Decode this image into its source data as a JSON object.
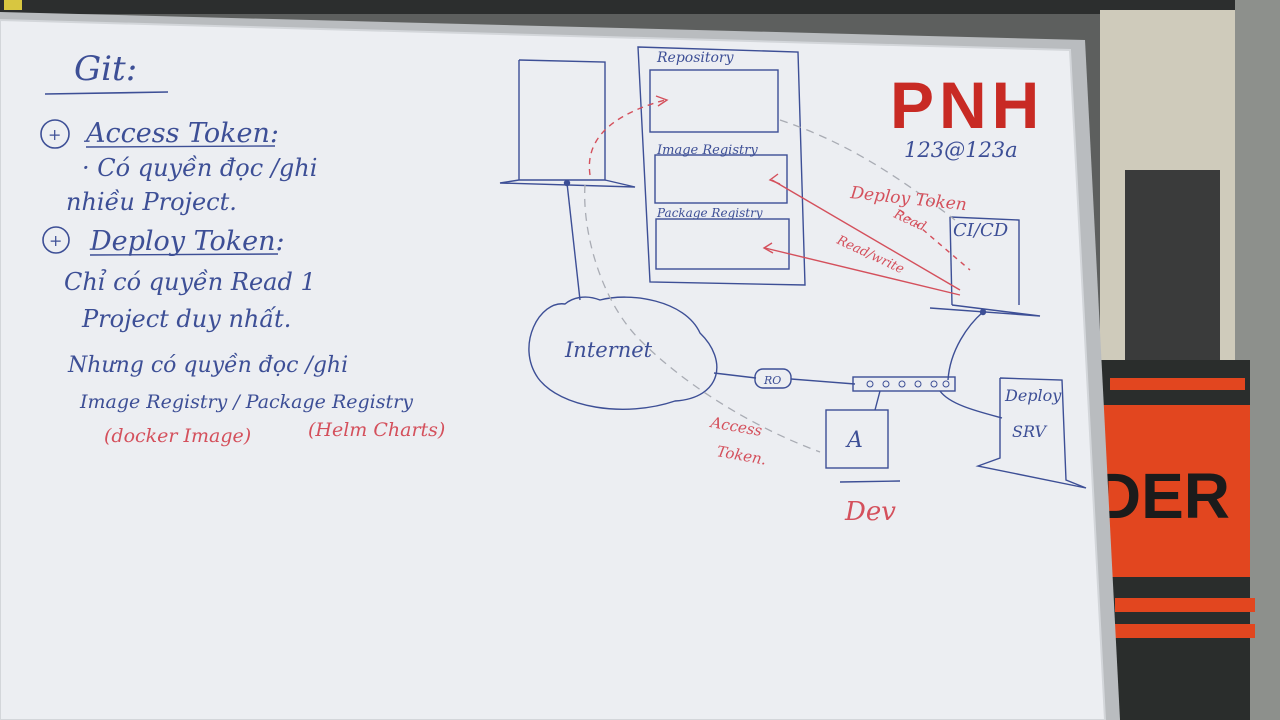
{
  "board": {
    "title": "Git:",
    "access": {
      "heading": "Access Token:",
      "line1": "· Có quyền đọc /ghi",
      "line2": "nhiều Project."
    },
    "deploy": {
      "heading": "Deploy Token:",
      "line1": "Chỉ có quyền Read 1",
      "line2": "Project duy nhất.",
      "line3": "Nhưng có quyền đọc /ghi",
      "line4": "Image Registry / Package Registry",
      "note_docker": "(docker Image)",
      "note_helm": "(Helm Charts)"
    }
  },
  "diagram": {
    "repository": "Repository",
    "image_registry": "Image Registry",
    "package_registry": "Package Registry",
    "internet": "Internet",
    "router": "RO",
    "dev_box": "A",
    "dev_label": "Dev",
    "cicd": "CI/CD",
    "deploy_srv_1": "Deploy",
    "deploy_srv_2": "SRV",
    "deploy_token": "Deploy Token",
    "read": "Read",
    "read_write": "Read/write",
    "access_token_1": "Access",
    "access_token_2": "Token."
  },
  "logo": {
    "text": "PNH",
    "sub": "123@123a"
  },
  "door_sign": "DER",
  "colors": {
    "ink_blue": "#3d4f96",
    "ink_red": "#d4505c",
    "logo_red": "#c82a24",
    "board": "#eceef2",
    "sign_orange": "#e2461f"
  }
}
